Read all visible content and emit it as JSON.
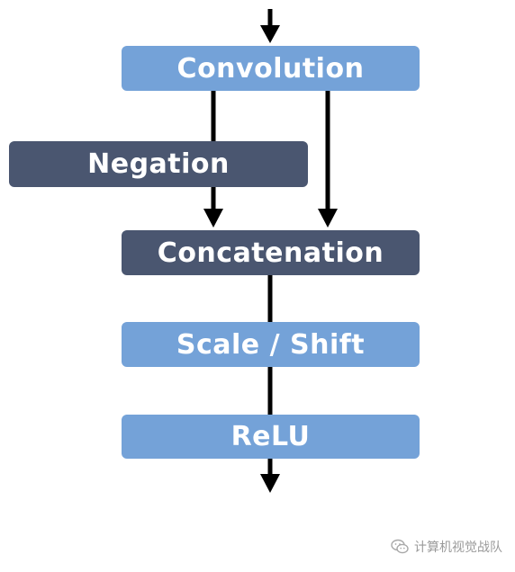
{
  "diagram": {
    "nodes": {
      "convolution": "Convolution",
      "negation": "Negation",
      "concatenation": "Concatenation",
      "scale_shift": "Scale / Shift",
      "relu": "ReLU"
    },
    "edges": [
      {
        "from": "input",
        "to": "convolution"
      },
      {
        "from": "convolution",
        "to": "negation"
      },
      {
        "from": "negation",
        "to": "concatenation"
      },
      {
        "from": "convolution",
        "to": "concatenation"
      },
      {
        "from": "concatenation",
        "to": "scale_shift"
      },
      {
        "from": "scale_shift",
        "to": "relu"
      },
      {
        "from": "relu",
        "to": "output"
      }
    ],
    "colors": {
      "light_box": "#74a2d8",
      "dark_box": "#4a5670",
      "arrow": "#000000",
      "text": "#ffffff"
    }
  },
  "watermark": {
    "text": "计算机视觉战队",
    "icon": "wechat-icon"
  }
}
